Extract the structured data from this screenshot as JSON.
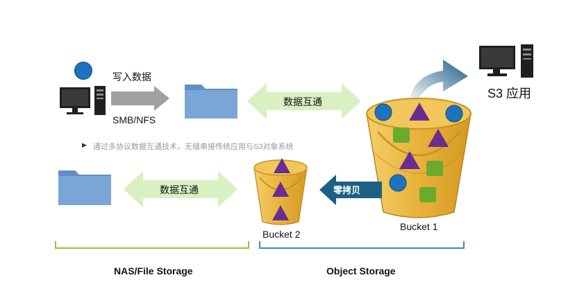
{
  "top": {
    "write_label": "写入数据",
    "protocol_label": "SMB/NFS",
    "interop_label": "数据互通",
    "s3_app_label": "S3 应用"
  },
  "note": "通过多协议数据互通技术，无缝串接传统应用与S3对象系统",
  "bottom": {
    "interop_label": "数据互通",
    "zero_copy_label": "零拷贝",
    "bucket2_label": "Bucket 2",
    "bucket1_label": "Bucket 1"
  },
  "groups": {
    "nas_label": "NAS/File Storage",
    "object_label": "Object Storage"
  },
  "colors": {
    "green_bracket": "#8dc63f",
    "blue_bracket": "#3c8dbc",
    "folder": "#7aa6d6",
    "folder_dark": "#5f8fc4",
    "bucket_gold": "#e8b23a",
    "triangle": "#6a2c91",
    "circle": "#1e73be",
    "square": "#6aab2e",
    "arrow_gray": "#a0a0a0",
    "arrow_green": "#cfeab0",
    "arrow_blue": "#1e5f86"
  }
}
